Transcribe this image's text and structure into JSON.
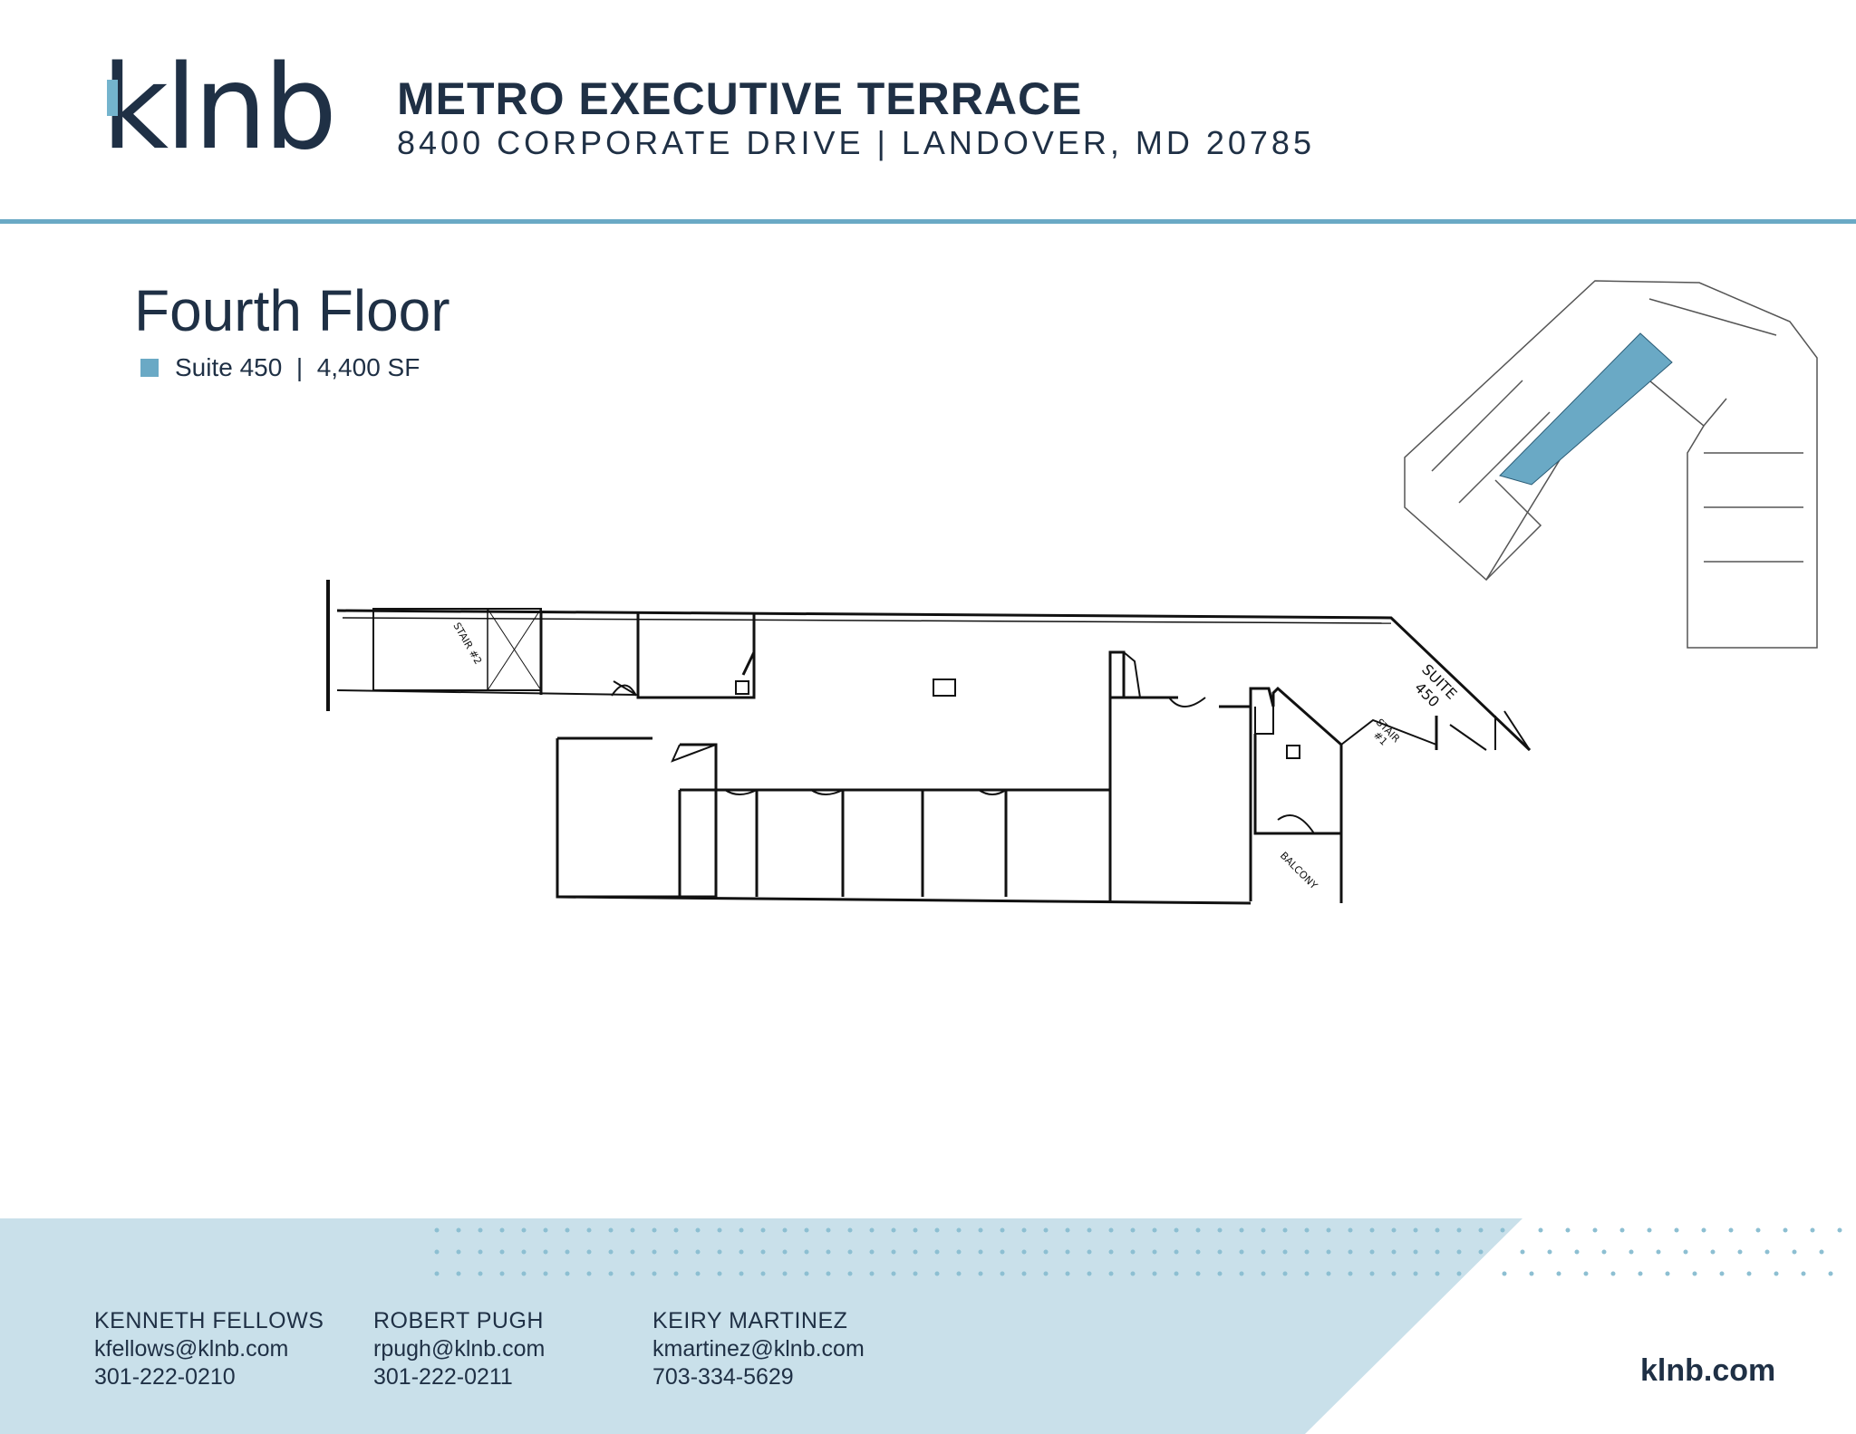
{
  "brand": {
    "logo_text": "klnb",
    "accent_color": "#6aa9c5",
    "dark_color": "#1f3045",
    "site": "klnb.com"
  },
  "header": {
    "title": "METRO EXECUTIVE TERRACE",
    "address": "8400 CORPORATE DRIVE  |  LANDOVER, MD 20785"
  },
  "floor": {
    "title": "Fourth Floor",
    "legend": "Suite 450  |  4,400 SF"
  },
  "plan_labels": {
    "stair_2": "STAIR #2",
    "suite": "SUITE",
    "suite_number": "450",
    "stair_1_a": "STAIR",
    "stair_1_b": "#1",
    "balcony": "BALCONY"
  },
  "contacts": [
    {
      "name": "KENNETH FELLOWS",
      "email": "kfellows@klnb.com",
      "phone": "301-222-0210"
    },
    {
      "name": "ROBERT PUGH",
      "email": "rpugh@klnb.com",
      "phone": "301-222-0211"
    },
    {
      "name": "KEIRY MARTINEZ",
      "email": "kmartinez@klnb.com",
      "phone": "703-334-5629"
    }
  ]
}
